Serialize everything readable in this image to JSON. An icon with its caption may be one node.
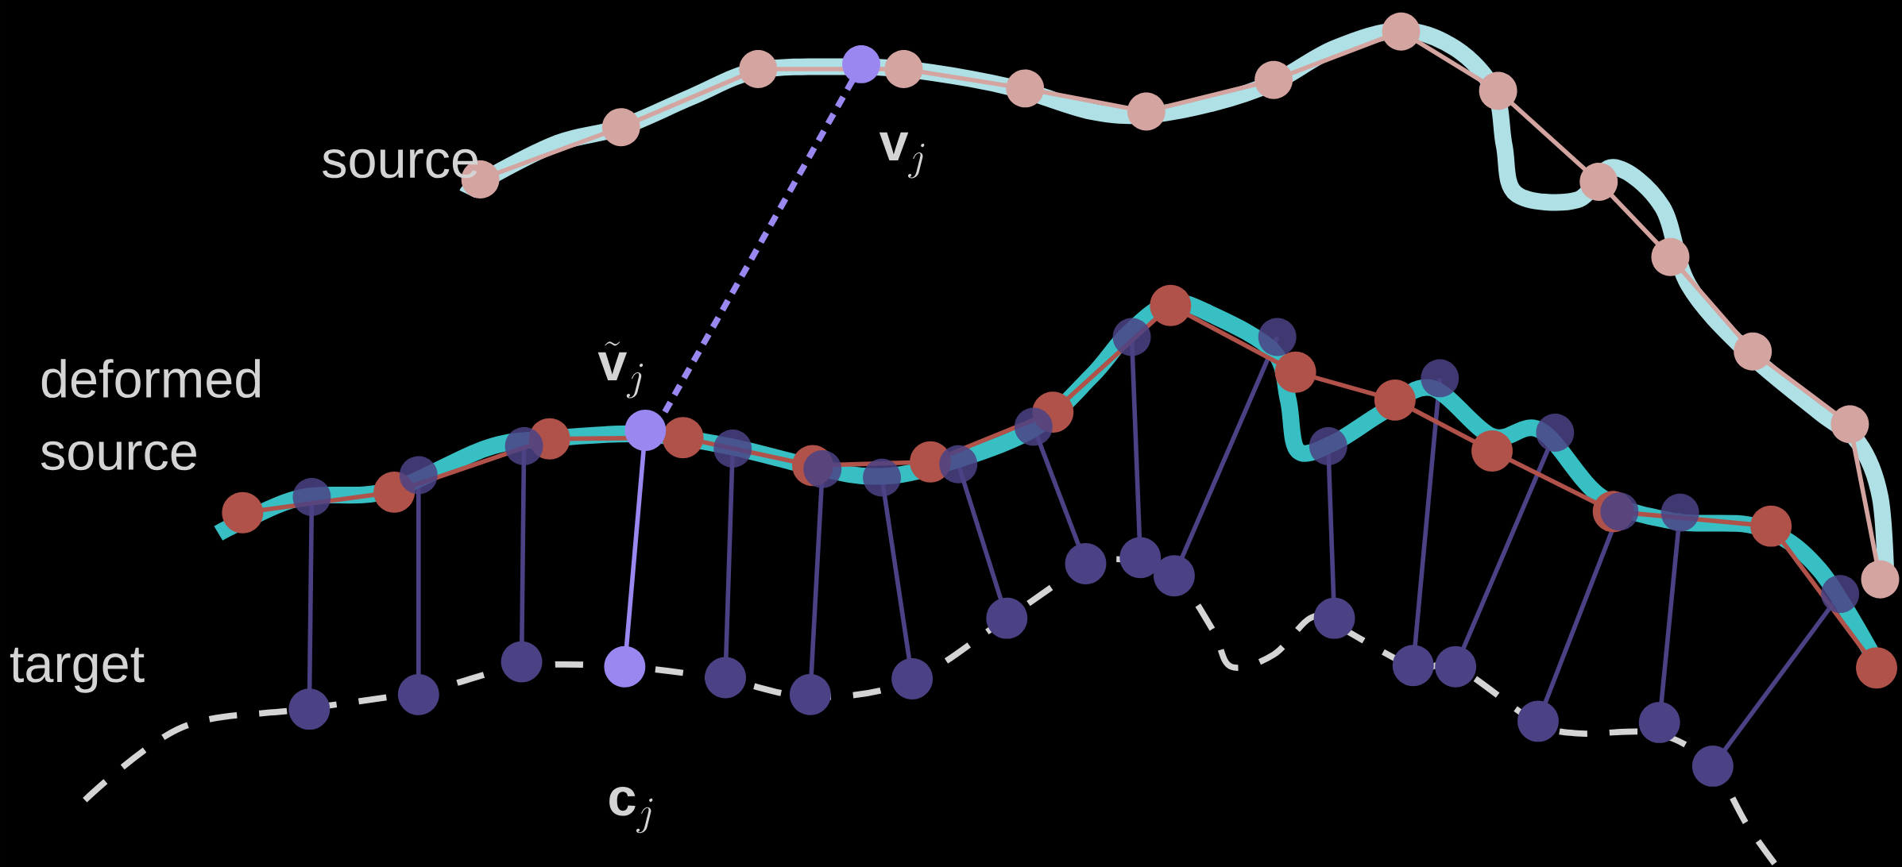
{
  "diagram": {
    "labels": [
      "source",
      "\\mathbf{v}_j",
      "\\tilde{\\mathbf{v}}_j",
      "deformed source",
      "target",
      "\\mathbf{c}_j"
    ]
  }
}
